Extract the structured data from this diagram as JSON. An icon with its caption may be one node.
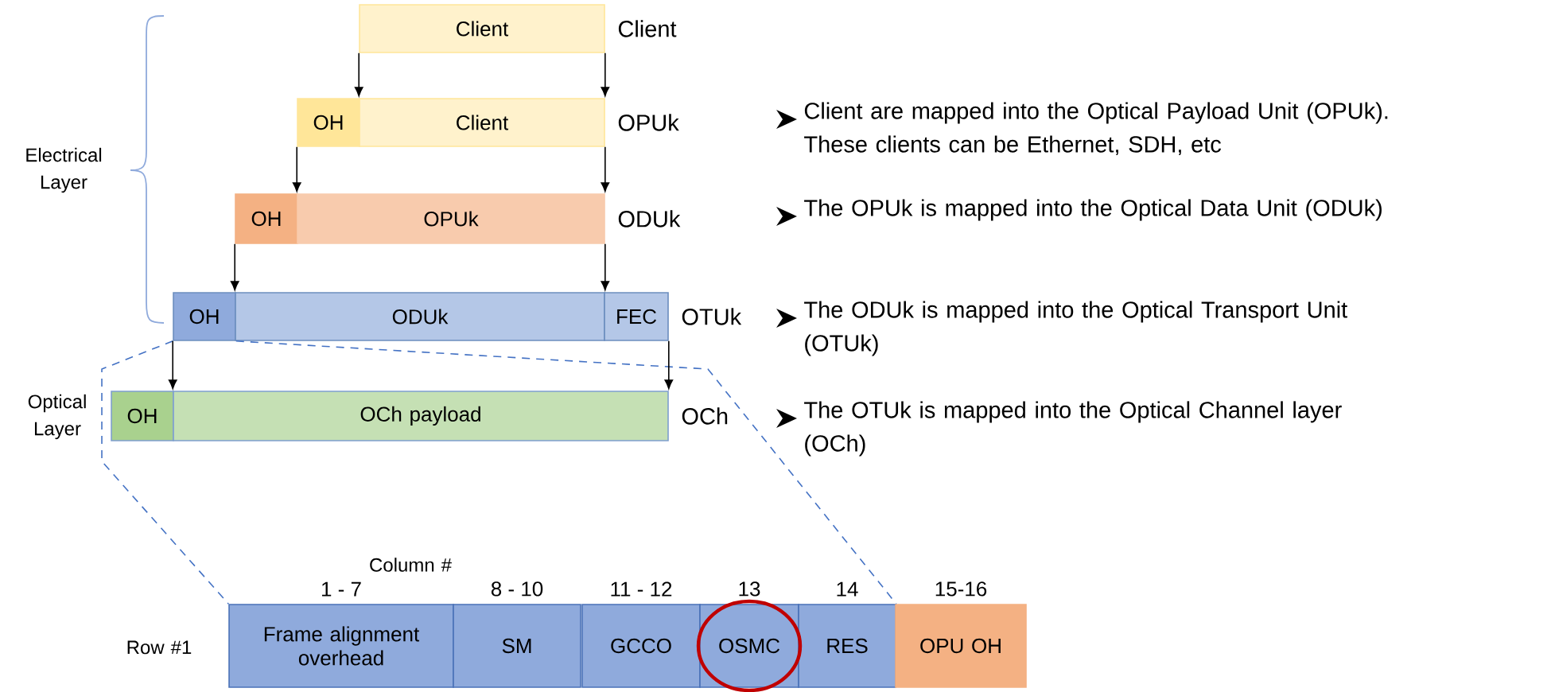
{
  "diagram": {
    "nodes": [
      {
        "text": [
          "Client"
        ],
        "beside": [
          "Client"
        ]
      },
      {
        "text": [
          "OH"
        ]
      },
      {
        "text": [
          "Client"
        ],
        "beside": [
          "OPUk"
        ]
      },
      {
        "text": [
          "OH"
        ]
      },
      {
        "text": [
          "OPUk"
        ],
        "beside": [
          "ODUk"
        ]
      },
      {
        "text": [
          "OH"
        ]
      },
      {
        "text": [
          "ODUk"
        ]
      },
      {
        "text": [
          "FEC"
        ],
        "beside": [
          "OTUk"
        ]
      },
      {
        "text": [
          "OH"
        ]
      },
      {
        "text": [
          "OCh payload"
        ],
        "beside": [
          "OCh"
        ]
      },
      {
        "text": [
          "Frame alignment overhead"
        ],
        "beside": [
          "1 - 7"
        ]
      },
      {
        "text": [
          "SM"
        ],
        "beside": [
          "8 - 10"
        ]
      },
      {
        "text": [
          "GCCO"
        ],
        "beside": [
          "11 - 12"
        ]
      },
      {
        "text": [
          "OSMC"
        ],
        "beside": [
          "13"
        ]
      },
      {
        "text": [
          "RES"
        ],
        "beside": [
          "14"
        ]
      },
      {
        "text": [
          "OPU OH"
        ],
        "beside": [
          "15-16"
        ]
      }
    ],
    "edges": [
      {
        "from": 0,
        "to": 2,
        "arrow": "to"
      },
      {
        "from": 0,
        "to": 2,
        "arrow": "to"
      },
      {
        "from": 1,
        "to": 4,
        "arrow": "to"
      },
      {
        "from": 2,
        "to": 4,
        "arrow": "to"
      },
      {
        "from": 3,
        "to": 6,
        "arrow": "to"
      },
      {
        "from": 4,
        "to": 6,
        "arrow": "to"
      },
      {
        "from": 5,
        "to": 9,
        "arrow": "to"
      },
      {
        "from": 7,
        "to": 9,
        "arrow": "to"
      },
      {
        "from": 5,
        "to": 10,
        "arrow": "none",
        "style": "dashed",
        "color": "#4472c4"
      },
      {
        "from": 5,
        "to": 14,
        "arrow": "none",
        "style": "dashed",
        "color": "#4472c4"
      }
    ],
    "labels": [
      "Electrical Layer",
      "Client are mapped into the Optical Payload Unit (OPUk). These clients can be Ethernet, SDH, etc",
      "The OPUk is mapped into the Optical Data Unit (ODUk)",
      "The ODUk is mapped into the Optical Transport Unit (OTUk)",
      "Optical Layer",
      "The OTUk is mapped into the Optical Channel layer (OCh)",
      "Column #",
      "Row #1"
    ]
  }
}
